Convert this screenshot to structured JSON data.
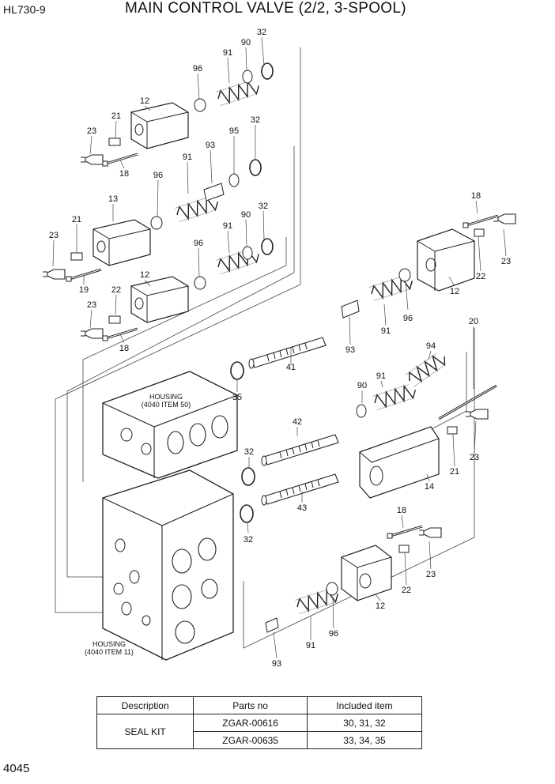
{
  "header": {
    "model": "HL730-9",
    "title": "MAIN CONTROL VALVE (2/2, 3-SPOOL)"
  },
  "housing_labels": {
    "upper": [
      "HOUSING",
      "(4040 ITEM 50)"
    ],
    "lower": [
      "HOUSING",
      "(4040 ITEM 11)"
    ]
  },
  "callouts": [
    "32",
    "90",
    "91",
    "96",
    "12",
    "21",
    "23",
    "18",
    "95",
    "32",
    "91",
    "93",
    "96",
    "13",
    "21",
    "23",
    "19",
    "32",
    "90",
    "91",
    "96",
    "12",
    "22",
    "23",
    "18",
    "18",
    "23",
    "22",
    "12",
    "96",
    "91",
    "93",
    "41",
    "35",
    "94",
    "91",
    "90",
    "20",
    "42",
    "32",
    "23",
    "21",
    "14",
    "43",
    "32",
    "18",
    "23",
    "22",
    "12",
    "96",
    "91",
    "93"
  ],
  "table": {
    "headers": [
      "Description",
      "Parts no",
      "Included item"
    ],
    "description": "SEAL KIT",
    "rows": [
      {
        "parts_no": "ZGAR-00616",
        "included": "30, 31, 32"
      },
      {
        "parts_no": "ZGAR-00635",
        "included": "33, 34, 35"
      }
    ]
  },
  "page_number": "4045"
}
